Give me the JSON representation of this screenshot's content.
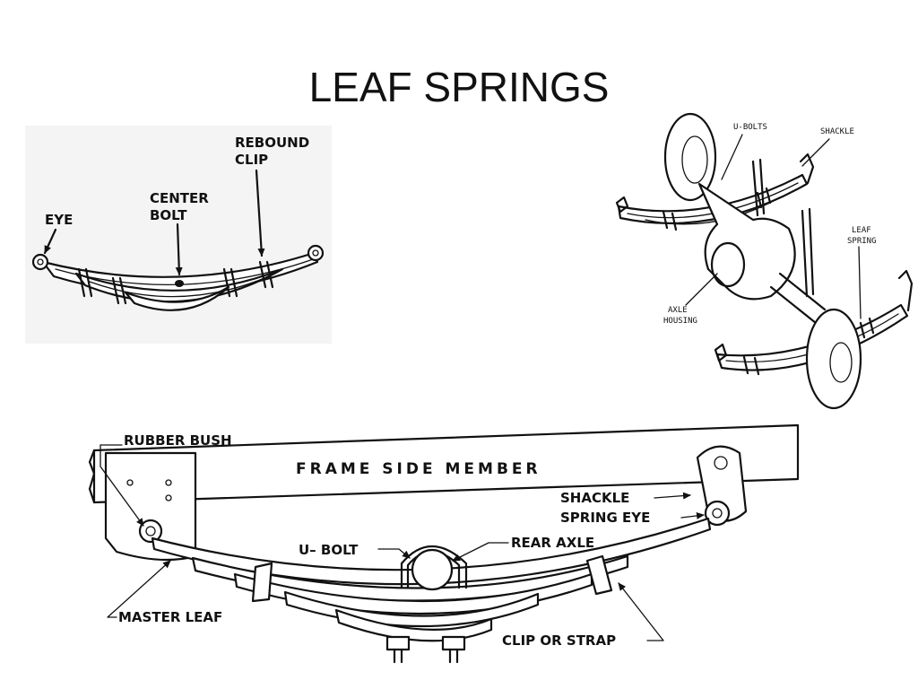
{
  "slide": {
    "title": "LEAF SPRINGS"
  },
  "diagram1": {
    "labels": {
      "eye": "EYE",
      "center_bolt_1": "CENTER",
      "center_bolt_2": "BOLT",
      "rebound_clip_1": "REBOUND",
      "rebound_clip_2": "CLIP"
    }
  },
  "diagram2": {
    "labels": {
      "u_bolts": "U-BOLTS",
      "shackle": "SHACKLE",
      "leaf_spring_1": "LEAF",
      "leaf_spring_2": "SPRING",
      "axle_housing_1": "AXLE",
      "axle_housing_2": "HOUSING"
    }
  },
  "diagram3": {
    "labels": {
      "rubber_bush": "RUBBER BUSH",
      "frame_side_member": "FRAME SIDE MEMBER",
      "shackle": "SHACKLE",
      "spring_eye": "SPRING EYE",
      "u_bolt": "U– BOLT",
      "rear_axle": "REAR AXLE",
      "master_leaf": "MASTER LEAF",
      "clip_or_strap": "CLIP OR STRAP"
    }
  }
}
